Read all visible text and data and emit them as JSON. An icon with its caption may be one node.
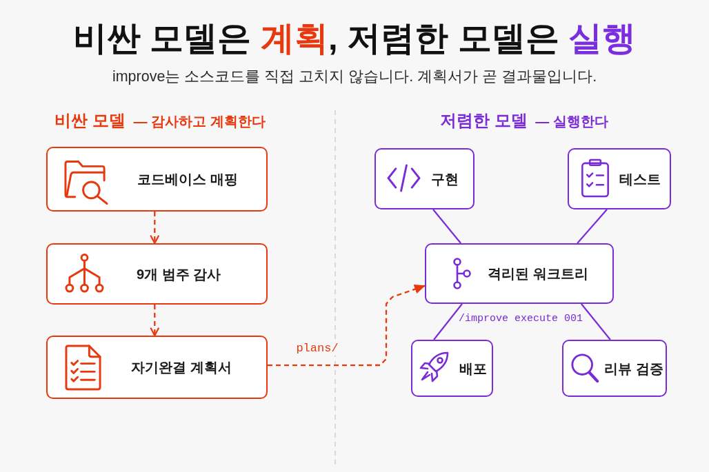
{
  "diagram": {
    "title": "비싼 모델은 **계획**, 저렴한 모델은 **실행**",
    "nodes": [
      {
        "text": [
          "코드베이스 매핑"
        ]
      },
      {
        "text": [
          "9개 범주 감사"
        ]
      },
      {
        "text": [
          "자기완결 계획서"
        ]
      },
      {
        "text": [
          "구현"
        ]
      },
      {
        "text": [
          "테스트"
        ]
      },
      {
        "text": [
          "격리된 워크트리"
        ]
      },
      {
        "text": [
          "배포"
        ]
      },
      {
        "text": [
          "리뷰 검증"
        ]
      }
    ],
    "edges": [
      {
        "from": 0,
        "to": 1,
        "arrow": "to",
        "style": "dashed",
        "color": "#e8380d"
      },
      {
        "from": 1,
        "to": 2,
        "arrow": "to",
        "style": "dashed",
        "color": "#e8380d"
      },
      {
        "from": 2,
        "to": 5,
        "arrow": "to",
        "label": "plans/",
        "style": "dashed",
        "color": "#e8380d"
      },
      {
        "from": 3,
        "to": 5,
        "arrow": "none"
      },
      {
        "from": 4,
        "to": 5,
        "arrow": "none"
      },
      {
        "from": 5,
        "to": 6,
        "arrow": "none"
      },
      {
        "from": 5,
        "to": 7,
        "arrow": "none"
      }
    ],
    "labels": [
      "improve는 소스코드를 직접 고치지 않습니다. 계획서가 곧 결과물입니다.",
      "**비싼 모델** — 감사하고 계획한다",
      "**저렴한 모델** — 실행한다",
      "/improve execute 001"
    ]
  }
}
